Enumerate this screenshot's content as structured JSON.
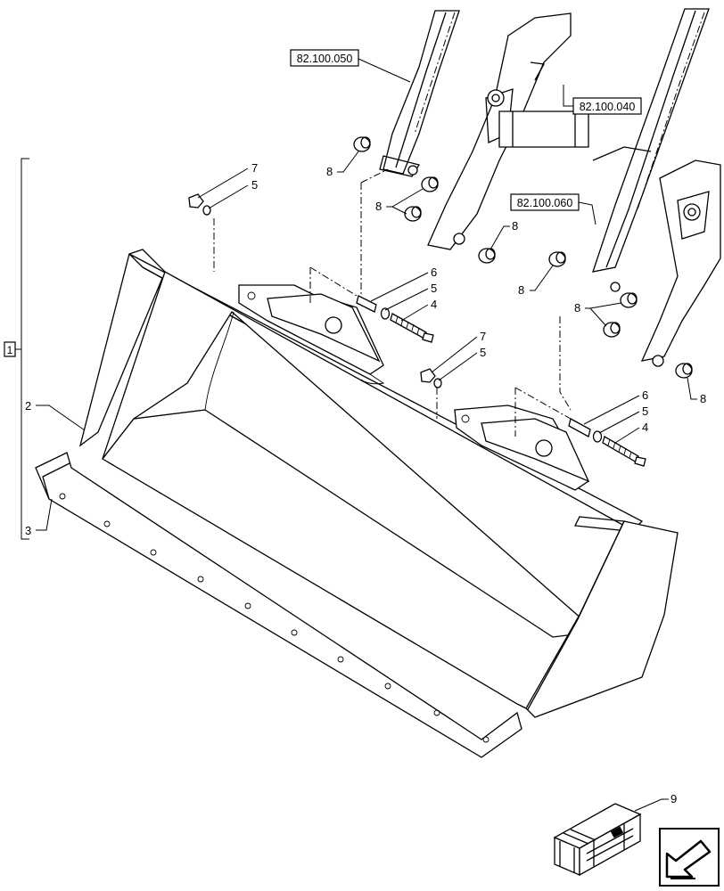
{
  "group_label": "1",
  "callouts": {
    "c2": "2",
    "c3": "3",
    "c4a": "4",
    "c4b": "4",
    "c5a": "5",
    "c5b": "5",
    "c5c": "5",
    "c5d": "5",
    "c6a": "6",
    "c6b": "6",
    "c7a": "7",
    "c7b": "7",
    "c8a": "8",
    "c8b": "8",
    "c8c": "8",
    "c8d": "8",
    "c8e": "8",
    "c8f": "8",
    "c9": "9"
  },
  "references": {
    "r1": "82.100.050",
    "r2": "82.100.040",
    "r3": "82.100.060"
  },
  "icons": {
    "crate": "shipping-crate-icon",
    "nav": "arrow-nav-icon"
  }
}
